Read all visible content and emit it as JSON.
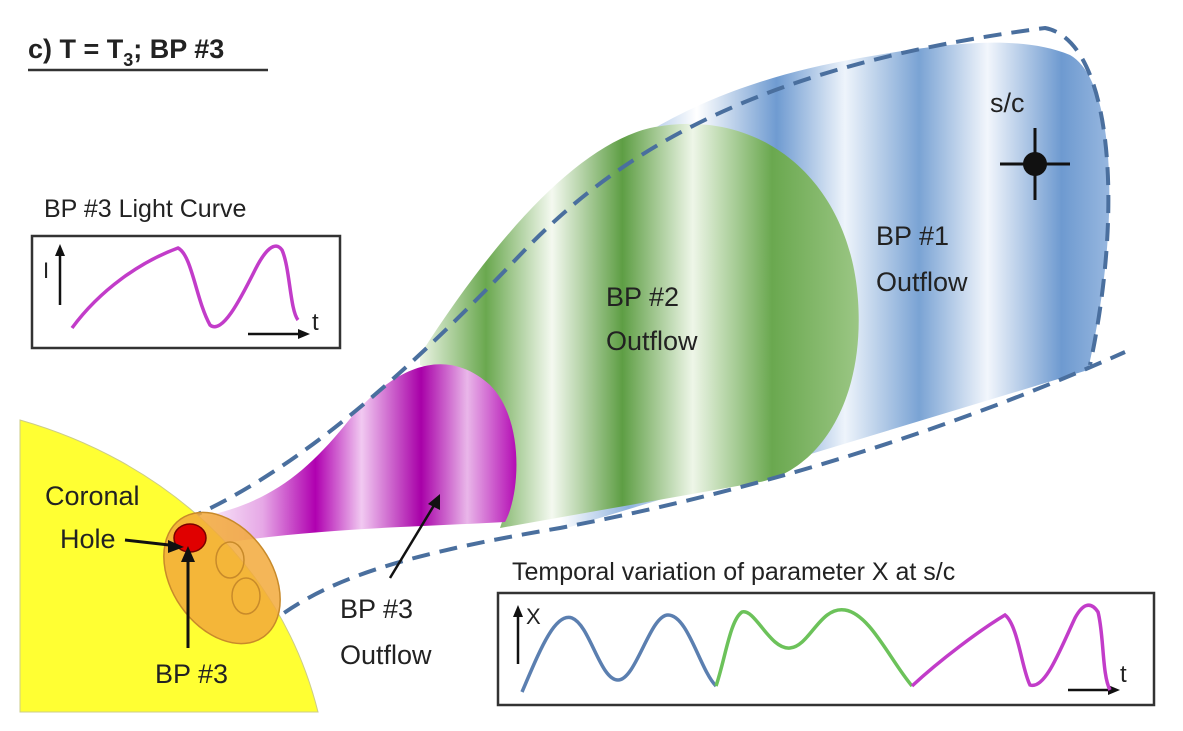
{
  "panel": {
    "title_prefix": "c) T = T",
    "title_subscript": "3",
    "title_suffix": "; BP #3"
  },
  "light_curve": {
    "title": "BP #3 Light Curve",
    "y_axis_label": "I",
    "x_axis_label": "t",
    "color": "#c23cc9"
  },
  "regions": {
    "bp1": {
      "line1": "BP #1",
      "line2": "Outflow",
      "color": "#7aa3d4"
    },
    "bp2": {
      "line1": "BP #2",
      "line2": "Outflow",
      "color": "#6aa84f"
    },
    "bp3": {
      "line1": "BP #3",
      "line2": "Outflow",
      "color": "#b000b0"
    }
  },
  "spacecraft_label": "s/c",
  "sun": {
    "coronal_hole_line1": "Coronal",
    "coronal_hole_line2": "Hole",
    "bright_point_label": "BP #3",
    "color": "#ffff33"
  },
  "temporal": {
    "title": "Temporal variation of parameter X at s/c",
    "y_axis_label": "X",
    "x_axis_label": "t"
  }
}
